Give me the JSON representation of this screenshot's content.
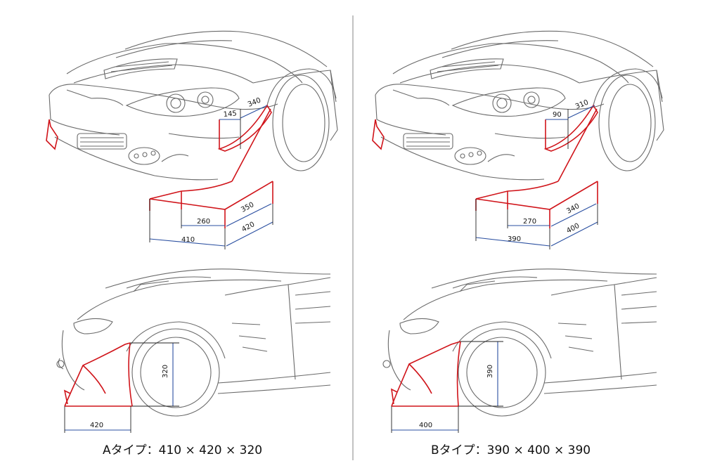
{
  "colors": {
    "background": "#ffffff",
    "line_art": "#6a6a6a",
    "part_outline": "#d0141a",
    "dimension": "#2a4fa0",
    "divider": "#9a9a9a",
    "caption_text": "#111111"
  },
  "panels": [
    {
      "id": "a",
      "caption": "Aタイプ：410 × 420 × 320",
      "top_view_dims": [
        "145",
        "340",
        "260",
        "350",
        "420",
        "410"
      ],
      "side_view_dims": [
        "320",
        "420"
      ]
    },
    {
      "id": "b",
      "caption": "Bタイプ：390 × 400 × 390",
      "top_view_dims": [
        "90",
        "310",
        "270",
        "340",
        "400",
        "390"
      ],
      "side_view_dims": [
        "390",
        "400"
      ]
    }
  ]
}
